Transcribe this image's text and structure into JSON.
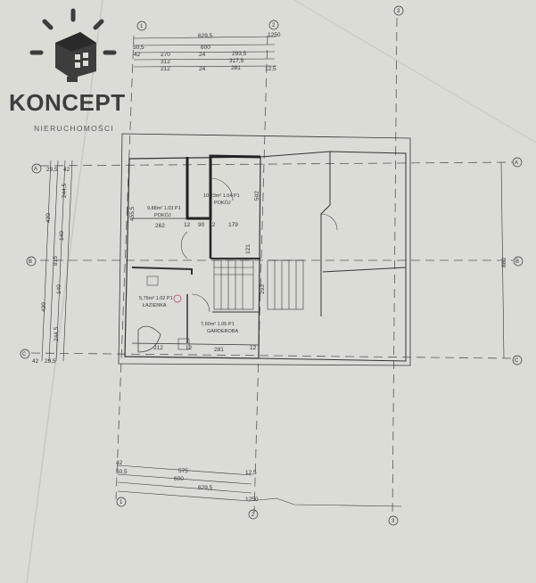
{
  "logo": {
    "brand": "KONCEPT",
    "tagline": "NIERUCHOMOŚCI",
    "icon": "house-cube-lightbulb-icon"
  },
  "colors": {
    "paper": "#dcdcd6",
    "ink": "#333333",
    "logo": "#3d3d3d",
    "stamp": "#c0306a"
  },
  "grid_axes": {
    "columns": [
      "1",
      "2",
      "3"
    ],
    "rows": [
      "A",
      "B",
      "C"
    ]
  },
  "dimensions": {
    "top": {
      "overall_total": "1250",
      "row1": "629,5",
      "row2_left": "50,5",
      "row2": "600",
      "row3_left": "42",
      "row3": [
        "270",
        "24",
        "293,5"
      ],
      "row4": [
        "312",
        "317,5"
      ],
      "row5": [
        "212",
        "24",
        "281",
        "12,5"
      ]
    },
    "bottom": {
      "row1_left": "42",
      "row1": [
        "575",
        "12,5"
      ],
      "row2_left": "50,5",
      "row2": "600",
      "row3": "629,5",
      "total": "1250"
    },
    "left": {
      "top_small": [
        "29,5",
        "42"
      ],
      "col1": "420",
      "col2": "815",
      "col3": [
        "244,5",
        "140",
        "140",
        "244,5"
      ],
      "col4": "420",
      "bottom_small": [
        "42",
        "29,5"
      ]
    },
    "right": {
      "total": "880"
    },
    "interior": [
      "455,5",
      "262",
      "12",
      "90",
      "12",
      "179",
      "121",
      "502",
      "293",
      "212",
      "12",
      "281",
      "12"
    ]
  },
  "rooms": [
    {
      "area": "9,88m²",
      "number": "1.03",
      "level": "P1",
      "name": "POKÓJ"
    },
    {
      "area": "10,23m²",
      "number": "1.04",
      "level": "P1",
      "name": "POKÓJ"
    },
    {
      "area": "5,75m²",
      "number": "1.02",
      "level": "P1",
      "name": "ŁAZIENKA"
    },
    {
      "area": "7,60m²",
      "number": "1.05",
      "level": "P1",
      "name": "GARDEROBA"
    }
  ]
}
